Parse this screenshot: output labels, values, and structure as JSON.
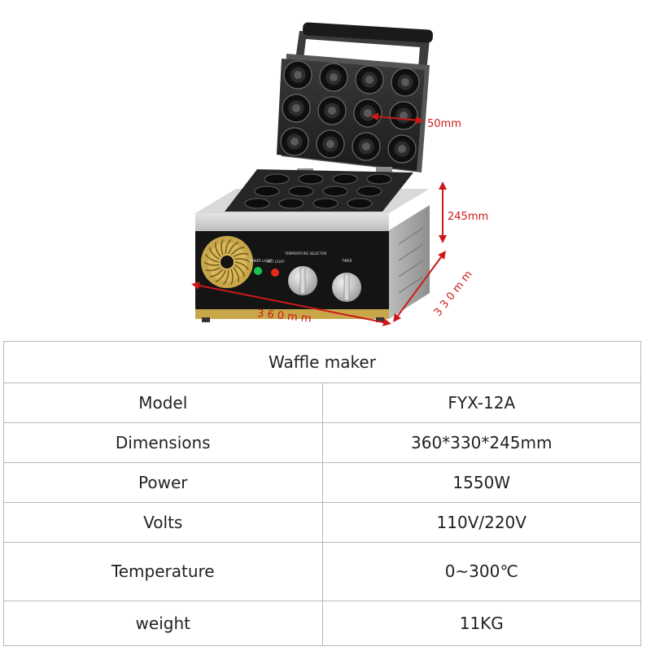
{
  "dimensions": {
    "cavity": "50mm",
    "height": "245mm",
    "width": "3 6 0 m m",
    "depth": "3 3 0 m m"
  },
  "machine_labels": {
    "power_light": "POWER LIGHT",
    "hot_light": "HOT LIGHT",
    "temperature_selector": "TEMPERATURE SELECTOR",
    "timer": "TIMER"
  },
  "table": {
    "title": "Waffle maker",
    "rows": [
      {
        "label": "Model",
        "value": "FYX-12A"
      },
      {
        "label": "Dimensions",
        "value": "360*330*245mm"
      },
      {
        "label": "Power",
        "value": "1550W"
      },
      {
        "label": "Volts",
        "value": "110V/220V"
      },
      {
        "label": "Temperature",
        "value": "0~300℃"
      },
      {
        "label": "weight",
        "value": "11KG"
      }
    ]
  },
  "colors": {
    "dimension": "#cc1a1a",
    "body_steel": "#c9c9c9",
    "panel": "#141414",
    "gold": "#c8a64a",
    "table_border": "#b8b8b8"
  }
}
